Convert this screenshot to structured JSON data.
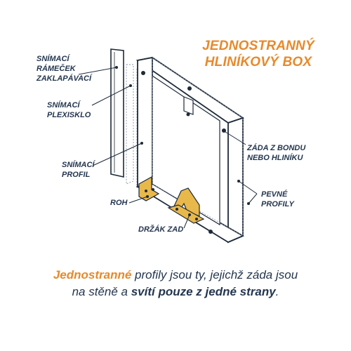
{
  "title": {
    "line1": "JEDNOSTRANNÝ",
    "line2": "HLINÍKOVÝ BOX"
  },
  "labels": {
    "snimaci_ramecek": {
      "line1": "SNÍMACÍ",
      "line2": "RÁMEČEK",
      "line3": "ZAKLAPÁVACÍ"
    },
    "snimaci_plexisklo": {
      "line1": "SNÍMACÍ",
      "line2": "PLEXISKLO"
    },
    "snimaci_profil": {
      "line1": "SNÍMACÍ",
      "line2": "PROFIL"
    },
    "roh": "ROH",
    "drzak_zad": "DRŽÁK ZAD",
    "zada": {
      "line1": "ZÁDA Z BONDU",
      "line2": "NEBO HLINÍKU"
    },
    "pevne_profily": {
      "line1": "PEVNÉ",
      "line2": "PROFILY"
    }
  },
  "caption": {
    "highlight": "Jednostranné",
    "part1": " profily jsou ty, jejichž záda jsou",
    "part2": "na stěně a ",
    "bold": "svítí pouze z jedné strany",
    "end": "."
  },
  "colors": {
    "accent": "#e8892a",
    "text": "#24364f",
    "line": "#1d2a3a",
    "gold": "#e9b84a"
  }
}
